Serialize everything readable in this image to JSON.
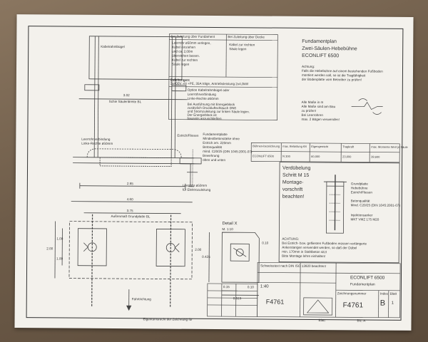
{
  "title_block": {
    "heading": "Fundamentplan",
    "subheading": "Zwei-Säulen-Hebebühne",
    "model": "ECONLIFT 6500",
    "attention": "Achtung:",
    "attention_text1": "Falls die Hebebühne auf einem bestehenden Fußboden",
    "attention_text2": "montiert werden soll, so ist die Tragfähigkeit",
    "attention_text3": "der Bodenplatte vom Betreiber zu prüfen!",
    "notes1": "Alle Maße in m",
    "notes2": "Alle Maße sind am Bau",
    "notes3": "zu prüfen!",
    "notes4": "Bei Leerrohren",
    "notes5": "max. 2 Bögen verwenden!"
  },
  "spec_table": {
    "headers": [
      "Bühnen-bezeichnung",
      "max. Belastung kN",
      "Eigengewicht",
      "Tragkraft",
      "max. Momente Wert je Säule"
    ],
    "row": [
      "ECONLIFT 6500",
      "N 300",
      "60,000",
      "23,600",
      "39,600"
    ]
  },
  "info_table": {
    "left_header": "Bei Zuleitung über Fundament",
    "right_header": "Bei Zuleitung über Decke",
    "left_lines": [
      "Leerrohr ø50mm verlegen,",
      "Kabel einziehen",
      "und ca. 2,00m",
      "überstehen lassen.",
      "Kabel zur rechten",
      "Säule legen"
    ],
    "right_lines": [
      "Kabel zur rechten",
      "Säule legen"
    ],
    "supply_label": "Zuleitungen:",
    "supply_value": "3x400V +N +PE, 35A träge, Antriebsleistung 2x4,0kW",
    "option_lines": [
      "Option Kabelrahmbügel oder",
      "Leerrohrverbindung",
      "Linke-Rechte ø50mm"
    ],
    "lower_lines": [
      "Bei Ausführung mit Energieblock",
      "zusätzlich Druckluftschlauch DN8",
      "und Stromzuleitung zur linken Säule legen.",
      "Der Energieblock ist",
      "bauseits anzuschließen"
    ]
  },
  "drawing_labels": {
    "arch": "Kabelrahmbügel",
    "rail": "Schie Säulenbreite BL",
    "dim_302": "3.02",
    "conduit": "Leerrohrverbindung",
    "conduit2": "Linke-Rechte ø50mm",
    "tiles": "Estrich/Fliesen",
    "foundation1": "Fundamentplatte",
    "foundation2": "Mindestbetonstärke ohne",
    "foundation3": "Estrich ≥m. 220mm",
    "foundation4": "Betonqualität",
    "foundation5": "mind. C20/25 (DIN 1045:2001-07)",
    "foundation6": "Bewehrung",
    "foundation7": "oben und unten",
    "conduit_supply1": "Leerrohr ø50mm",
    "conduit_supply2": "für Elektrozuleitung",
    "dim_265": "2.65",
    "dim_460": "4.60",
    "dim_375": "3.75",
    "outer_dims": "Außenmaß Grundplatte BL",
    "dim_200": "2.00",
    "dim_100a": "1.00",
    "dim_100b": "1.00",
    "dim_200v": "2.00",
    "drive_dir": "Fahrtrichtung",
    "detail_x": "Detail X",
    "detail_scale": "M. 1:10",
    "dim_425": "0.425",
    "dim_10": "0.10",
    "dim_15": "0.15",
    "dim_515": "0.515",
    "dim_010": "0.10"
  },
  "anchor_detail": {
    "title1": "Verdübelung",
    "title2": "Schritt M 15",
    "title3": "Montage-",
    "title4": "vorschrift",
    "title5": "beachten!",
    "label1": "Grundplatte",
    "label2": "Hebebühne",
    "label3": "Estrich/Fliesen",
    "label4": "Betonqualität",
    "label5": "Mind. C20/25 (DIN 1045:2001-07)",
    "label6": "Injektionsanker",
    "label7": "MKT VMZ 175 M20",
    "caution": "ACHTUNG:",
    "caution1": "Bei Estrich- bzw. gefliesten Fußboden müssen verlängerte",
    "caution2": "Ankerstangen verwendet werden, so daß der Dübel",
    "caution3": "min. 170mm in Stahlbeton sitzt",
    "caution4": "Bitte Montage lehre einhalten!"
  },
  "title_block_bottom": {
    "product": "ECONLIFT 6500",
    "doc_type": "Fundamentplan",
    "drawing_number_label": "Zeichnungsnummer",
    "drawing_number": "F4761",
    "revision_label": "Index",
    "revision": "B",
    "sheet_label": "Blatt",
    "sheet": "1",
    "scale": "1:40",
    "general_tol": "Schweisstext\nnach DIN ISO 13920\nbeachten!",
    "small_number": "F4761",
    "footer1": "Eigentumsrecht der Zeichnung für",
    "footer2": "Blatt",
    "footer3": "Blz: A"
  },
  "colors": {
    "paper": "#f3f1ec",
    "ink": "#333333",
    "wall": "#6b5a48"
  }
}
